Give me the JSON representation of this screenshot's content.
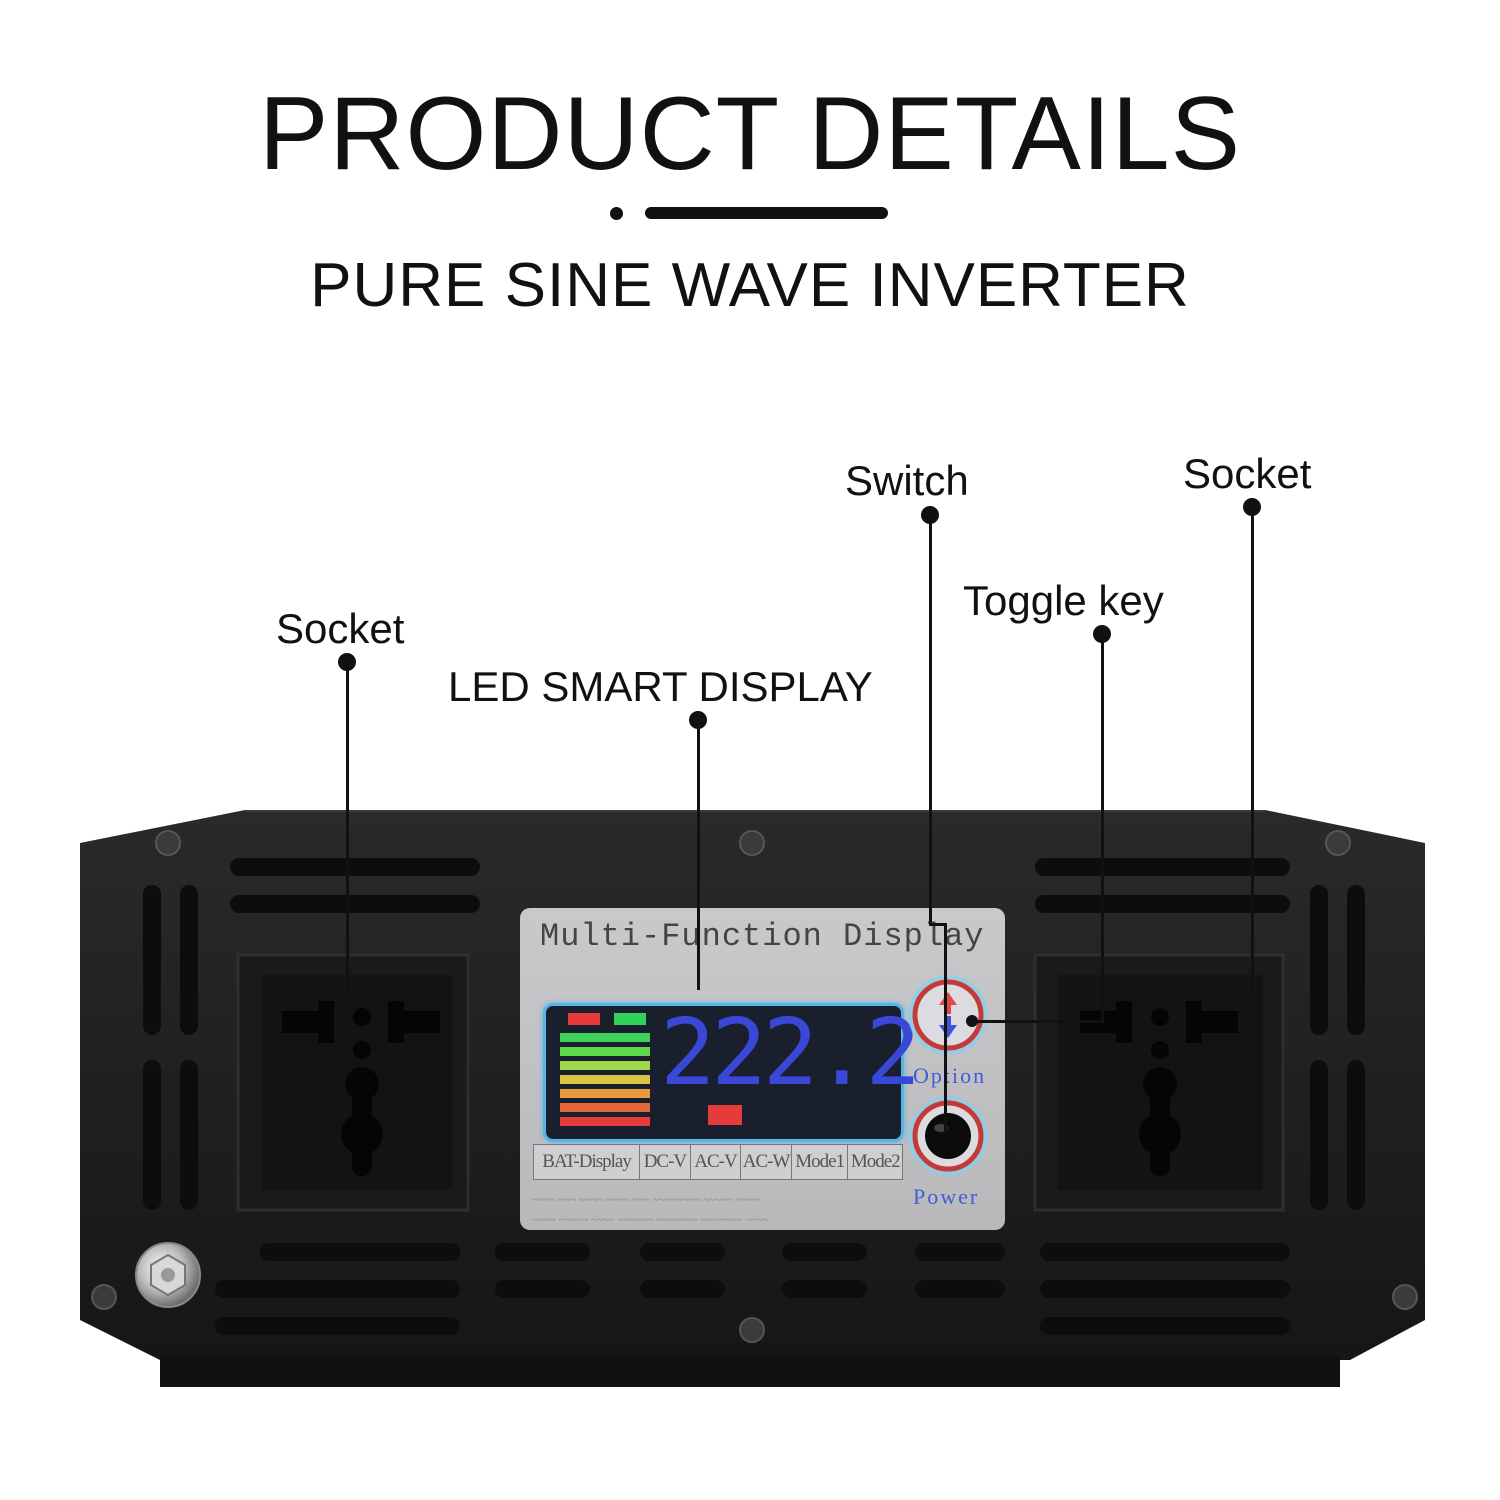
{
  "header": {
    "title": "PRODUCT DETAILS",
    "subtitle": "PURE SINE WAVE INVERTER"
  },
  "callouts": {
    "socket_left": "Socket",
    "led_display": "LED SMART DISPLAY",
    "switch": "Switch",
    "toggle_key": "Toggle key",
    "socket_right": "Socket"
  },
  "display_panel": {
    "title": "Multi-Function Display",
    "reading": "222.2",
    "tabs": [
      "BAT-Display",
      "DC-V",
      "AC-V",
      "AC-W",
      "Mode1",
      "Mode2"
    ],
    "option_label": "Option",
    "power_label": "Power"
  },
  "colors": {
    "device_body": "#1e1e20",
    "lcd_digits": "#3a48d8",
    "lcd_border": "#57b6e8",
    "indicator_red": "#e53b3b",
    "indicator_green": "#2fd35a"
  },
  "icons": {
    "option_button": "up-down-arrows-icon",
    "power_button": "power-button-icon",
    "ground_terminal": "bolt-terminal-icon",
    "outlet": "universal-socket-icon"
  }
}
